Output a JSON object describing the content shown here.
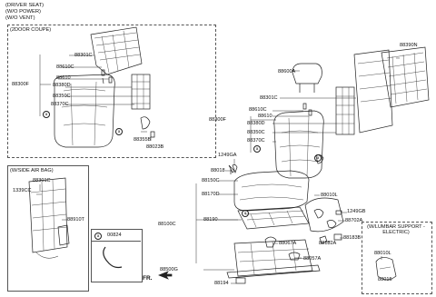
{
  "header": {
    "line1": "(DRIVER SEAT)",
    "line2": "(W/O POWER)",
    "line3": "(W/O VENT)"
  },
  "panels": {
    "coupe": "(2DOOR COUPE)",
    "airbag": "(W/SIDE AIR BAG)",
    "lumbar": "(W/LUMBAR SUPPORT - ELECTRIC)",
    "legend_a": "a",
    "legend_code": "00824"
  },
  "labels": {
    "p88301C_a": "88301C",
    "p88610C_a": "88610C",
    "p88610_a": "88610",
    "p88380D_a": "88380D",
    "p88300F_a": "88300F",
    "p88350C_a": "88350C",
    "p88370C_a": "88370C",
    "p88355B": "88355B",
    "p88023B": "88023B",
    "p88390N": "88390N",
    "p88600A": "88600A",
    "p88301C_b": "88301C",
    "p88610C_b": "88610C",
    "p88610_b": "88610",
    "p88300F_b": "88300F",
    "p88380D_b": "88380D",
    "p88350C_b": "88350C",
    "p88370C_b": "88370C",
    "p1249GA": "1249GA",
    "p88018": "88018",
    "p88150C": "88150C",
    "p88170D": "88170D",
    "p88100C": "88100C",
    "p88190": "88190",
    "p88010L": "88010L",
    "p1249GB": "1249GB",
    "p88702A": "88702A",
    "p88183B": "88183B",
    "p88182A": "88182A",
    "p88067A": "88067A",
    "p88057A": "88057A",
    "p88500G": "88500G",
    "p88194": "88194",
    "p88301C_c": "88301C",
    "p1339CC": "1339CC",
    "p88910T": "88910T",
    "p88010L_b": "88010L",
    "p88015": "88015",
    "fr": "FR."
  },
  "circle_marker": "a"
}
